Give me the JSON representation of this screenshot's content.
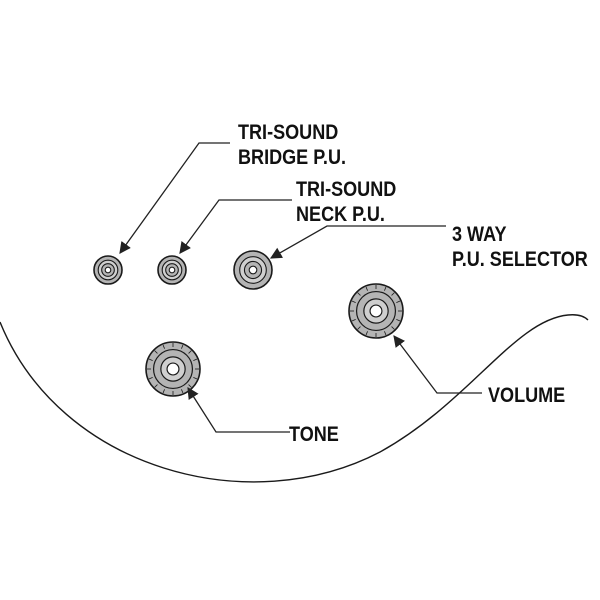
{
  "labels": {
    "bridge_pu": [
      "TRI-SOUND",
      "BRIDGE P.U."
    ],
    "neck_pu": [
      "TRI-SOUND",
      "NECK P.U."
    ],
    "pu_selector": [
      "3 WAY",
      "P.U. SELECTOR"
    ],
    "volume": [
      "VOLUME"
    ],
    "tone": [
      "TONE"
    ]
  },
  "colors": {
    "outline": "#1a1a1a",
    "knob_fill": "#b4b4b4",
    "knob_ring": "#cfcfcf",
    "background": "#ffffff"
  }
}
